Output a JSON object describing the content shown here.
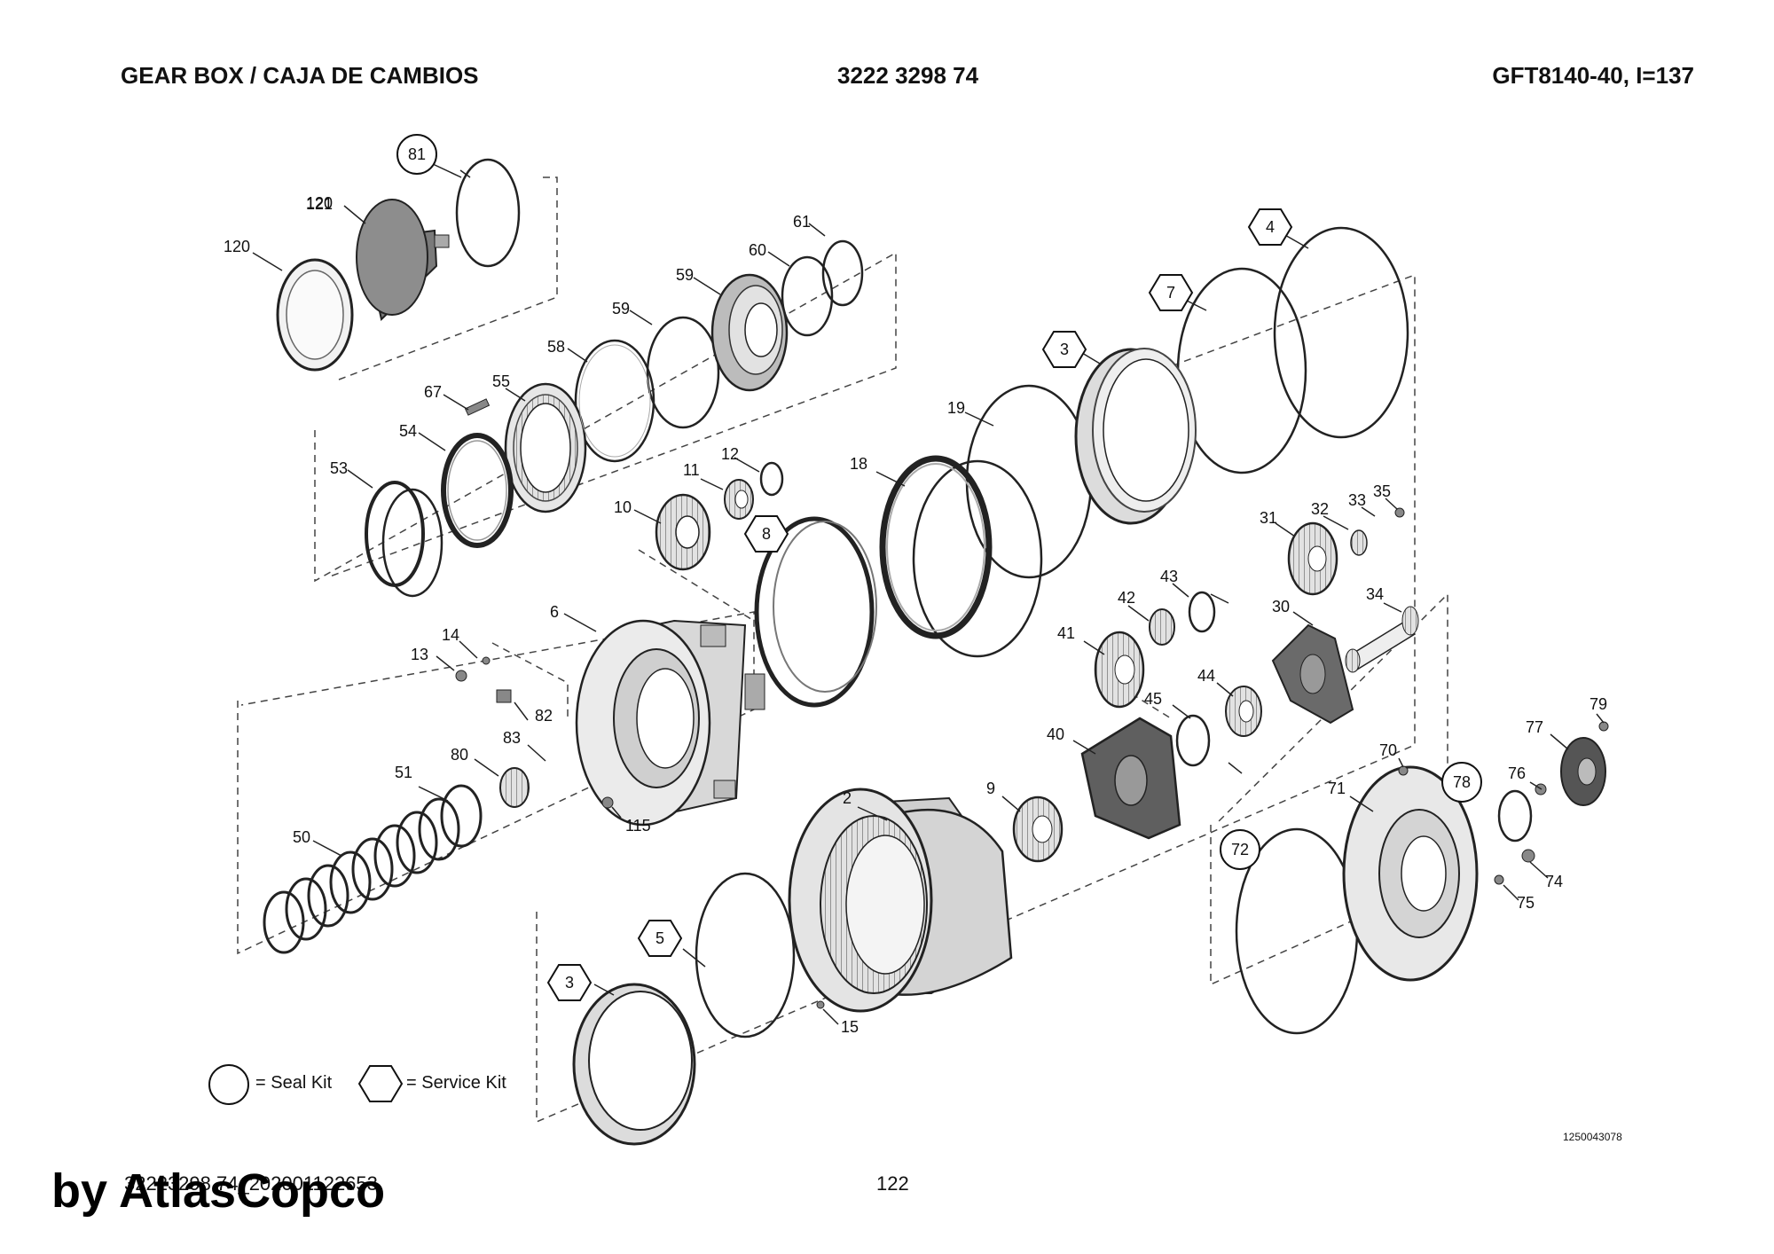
{
  "header": {
    "title": "GEAR BOX / CAJA DE CAMBIOS",
    "part_number": "3222 3298 74",
    "model": "GFT8140-40, I=137"
  },
  "part_labels": [
    "120",
    "121",
    "67",
    "55",
    "54",
    "53",
    "58",
    "59",
    "59",
    "60",
    "61",
    "12",
    "11",
    "10",
    "18",
    "19",
    "6",
    "14",
    "13",
    "82",
    "83",
    "80",
    "51",
    "50",
    "115",
    "2",
    "9",
    "40",
    "41",
    "42",
    "43",
    "44",
    "45",
    "31",
    "32",
    "33",
    "35",
    "30",
    "34",
    "71",
    "70",
    "76",
    "77",
    "79",
    "74",
    "75",
    "15"
  ],
  "seal_kit_labels": [
    "81",
    "72",
    "78"
  ],
  "service_kit_labels": [
    "4",
    "7",
    "3",
    "8",
    "5",
    "3"
  ],
  "legend": {
    "seal_kit": "= Seal Kit",
    "service_kit": "= Service Kit"
  },
  "drawing_number": "1250043078",
  "footer": {
    "document_id": "32223298 74_202001122653",
    "page": "122"
  },
  "watermark": "by AtlasCopco"
}
